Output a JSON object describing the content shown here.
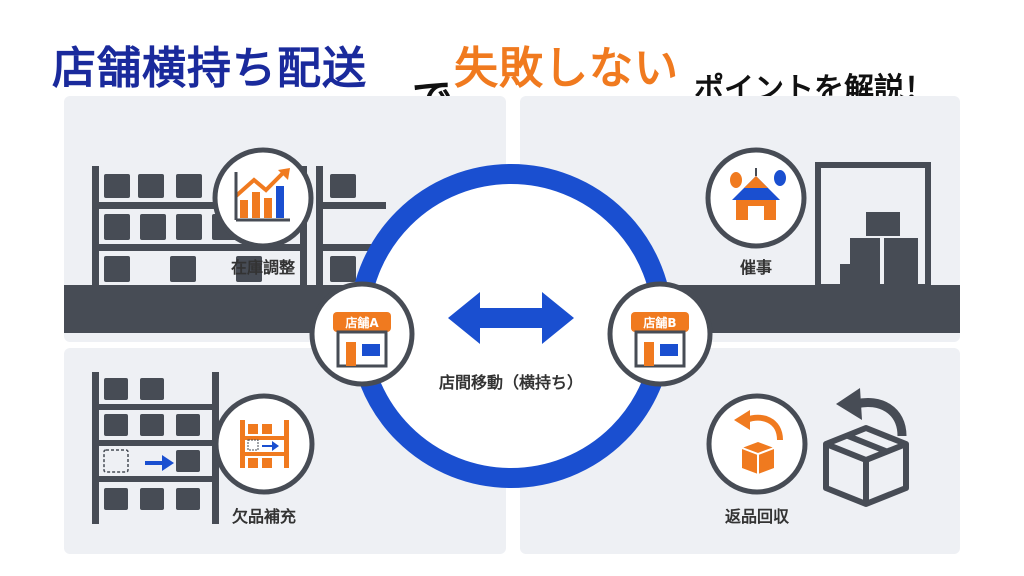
{
  "title": {
    "part1": "店舗横持ち配送",
    "part2": "で",
    "part3": "失敗しない",
    "part4": "ポイントを解説！"
  },
  "center": {
    "label": "店間移動（横持ち）",
    "store_a": "店舗A",
    "store_b": "店舗B"
  },
  "points": {
    "top_left": "在庫調整",
    "top_right": "催事",
    "bottom_left": "欠品補充",
    "bottom_right": "返品回収"
  },
  "colors": {
    "navy": "#1a2a9c",
    "orange": "#f07a1f",
    "blue": "#1a4fd0",
    "dark": "#474c55",
    "panel": "#eef0f4",
    "black": "#111111"
  }
}
